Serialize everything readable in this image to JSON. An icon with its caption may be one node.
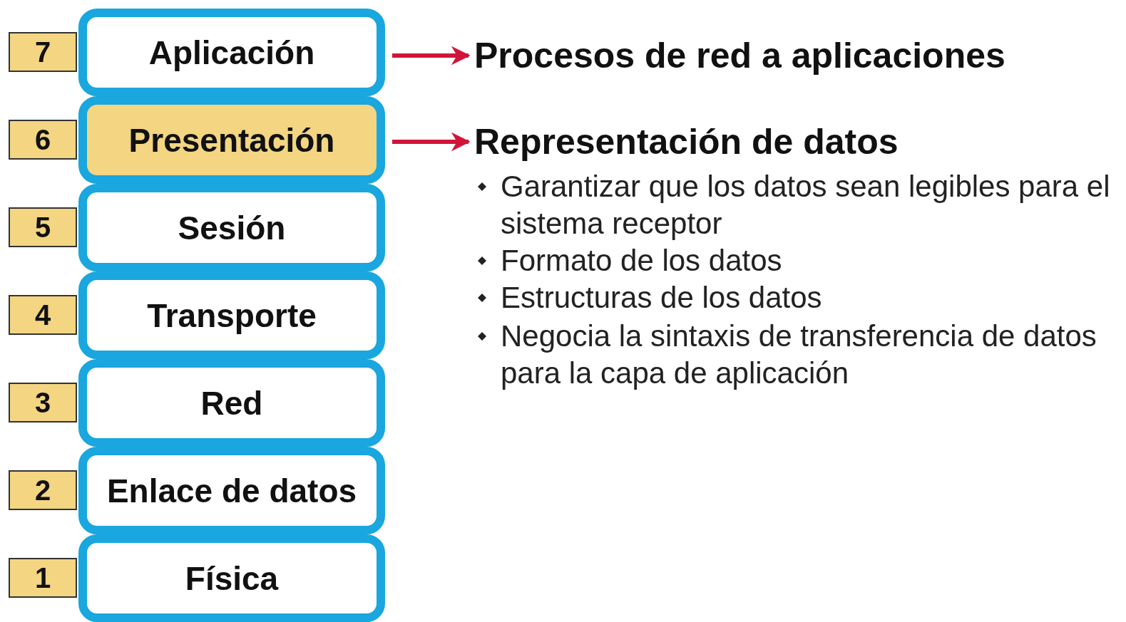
{
  "diagram": {
    "nodes": [
      {
        "text": [
          "7"
        ]
      },
      {
        "text": [
          "Aplicación"
        ]
      },
      {
        "text": [
          "6"
        ]
      },
      {
        "text": [
          "Presentación"
        ]
      },
      {
        "text": [
          "5"
        ]
      },
      {
        "text": [
          "Sesión"
        ]
      },
      {
        "text": [
          "4"
        ]
      },
      {
        "text": [
          "Transporte"
        ]
      },
      {
        "text": [
          "3"
        ]
      },
      {
        "text": [
          "Red"
        ]
      },
      {
        "text": [
          "2"
        ]
      },
      {
        "text": [
          "Enlace de datos"
        ]
      },
      {
        "text": [
          "1"
        ]
      },
      {
        "text": [
          "Física"
        ]
      },
      {
        "text": [
          "Procesos de red a aplicaciones"
        ]
      },
      {
        "text": [
          "Representación de datos"
        ]
      }
    ],
    "edges": [
      {
        "from": 1,
        "to": 14,
        "arrow": "to"
      },
      {
        "from": 3,
        "to": 15,
        "arrow": "to"
      }
    ],
    "labels": [
      "Garantizar que los datos sean legibles para el sistema receptor",
      "Formato de los datos",
      "Estructuras de los datos",
      "Negocia la sintaxis de transferencia de datos para la capa de aplicación"
    ]
  }
}
